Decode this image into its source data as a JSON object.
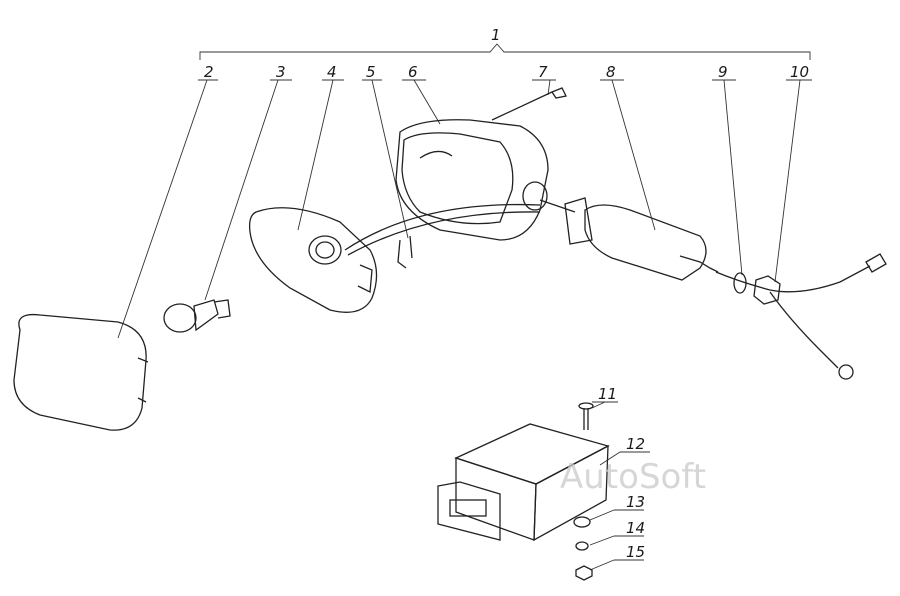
{
  "callouts": {
    "c1": "1",
    "c2": "2",
    "c3": "3",
    "c4": "4",
    "c5": "5",
    "c6": "6",
    "c7": "7",
    "c8": "8",
    "c9": "9",
    "c10": "10",
    "c11": "11",
    "c12": "12",
    "c13": "13",
    "c14": "14",
    "c15": "15"
  },
  "watermark": "AutoSoft"
}
